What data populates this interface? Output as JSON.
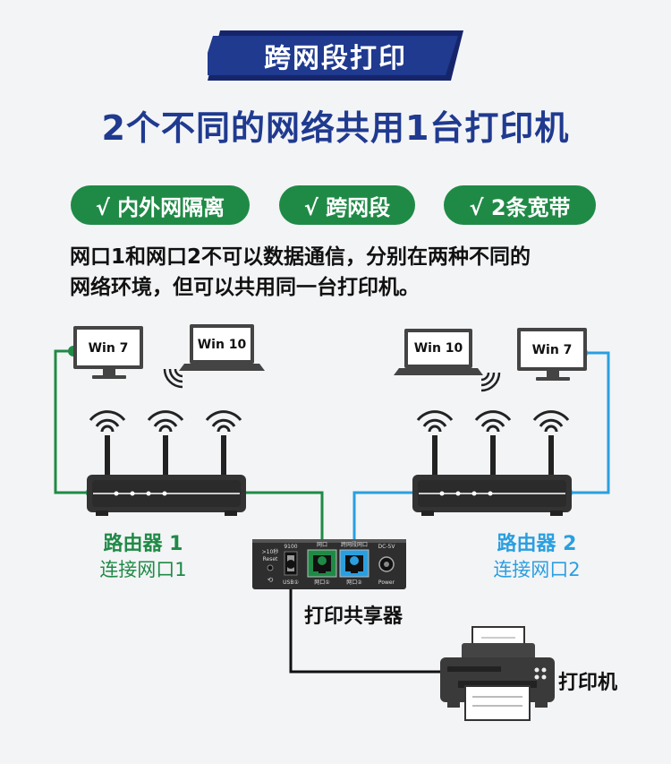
{
  "title": "跨网段打印",
  "subtitle": "2个不同的网络共用1台打印机",
  "badges": [
    "√ 内外网隔离",
    "√ 跨网段",
    "√ 2条宽带"
  ],
  "description_line1": "网口1和网口2不可以数据通信，分别在两种不同的",
  "description_line2": "网络环境，但可以共用同一台打印机。",
  "devices": {
    "left_monitor": "Win 7",
    "left_laptop": "Win 10",
    "right_laptop": "Win 10",
    "right_monitor": "Win 7"
  },
  "router1": {
    "name": "路由器 1",
    "caption": "连接网口1"
  },
  "router2": {
    "name": "路由器 2",
    "caption": "连接网口2"
  },
  "share_box": {
    "name": "打印共享器",
    "reset_label_top": ">10秒",
    "reset_label": "Reset",
    "usb_top_label": "9100",
    "usb_bottom_label": "USB①",
    "port1_top_label": "网口",
    "port2_top_label": "跨网段网口",
    "port1_bottom_label": "网口①",
    "port2_bottom_label": "网口②",
    "dc_label": "DC-5V",
    "power_label": "Power"
  },
  "printer_label": "打印机",
  "colors": {
    "banner": "#1f3a8f",
    "subtitle": "#1f3a8f",
    "green": "#1f8a46",
    "blue": "#2a9fe0",
    "device": "#3a3a3a"
  }
}
